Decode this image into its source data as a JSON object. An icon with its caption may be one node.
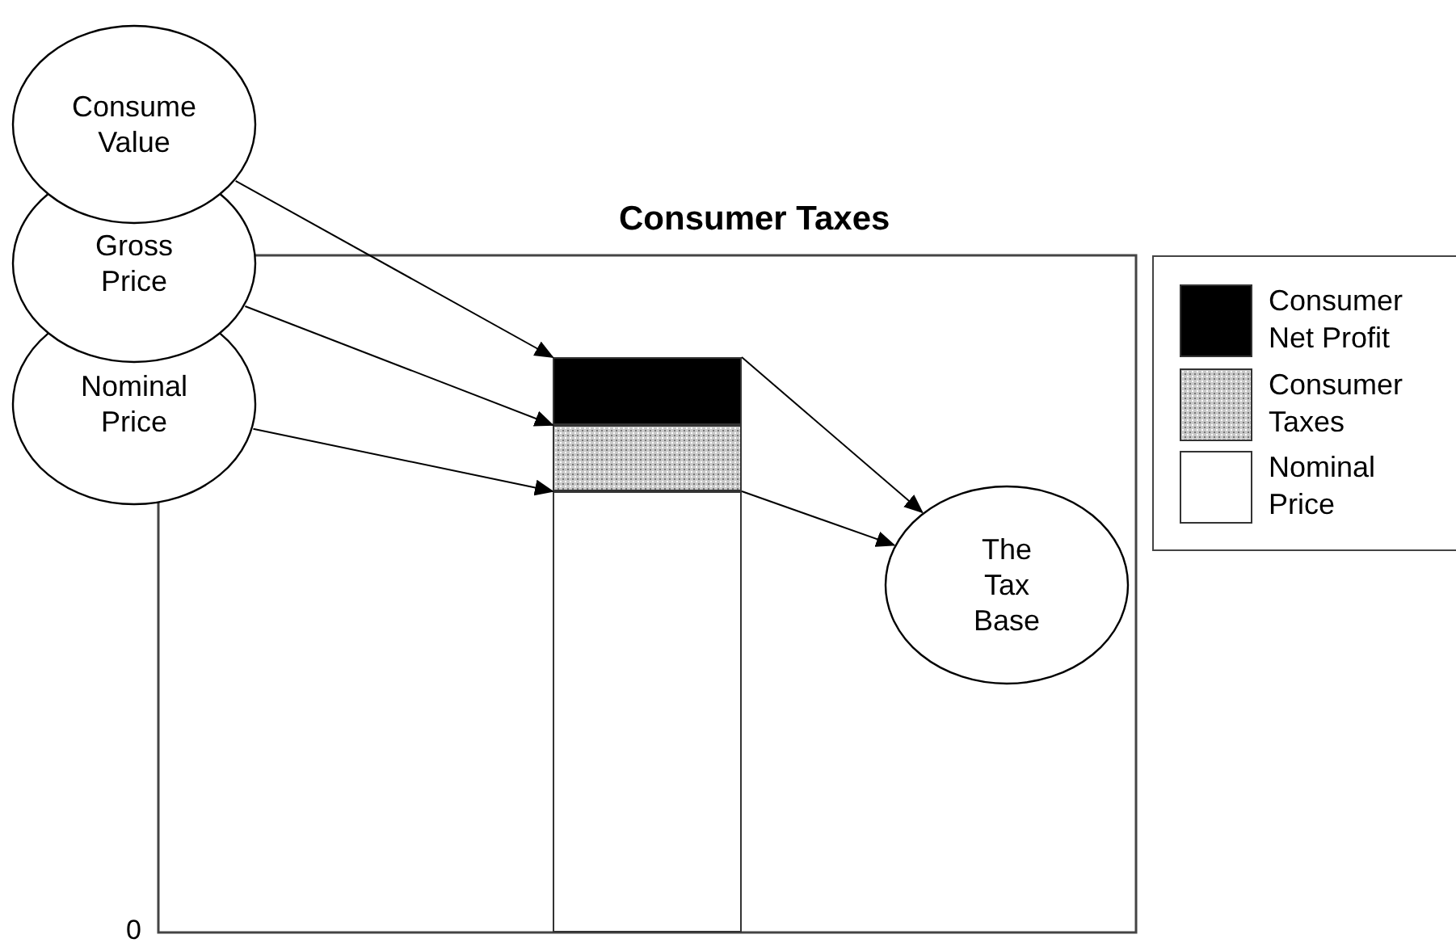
{
  "diagram": {
    "title": "Consumer Taxes",
    "nodes": [
      {
        "text": [
          "Consume Value"
        ]
      },
      {
        "text": [
          "Gross Price"
        ]
      },
      {
        "text": [
          "Nominal Price"
        ]
      },
      {
        "text": [
          "The Tax Base"
        ]
      },
      {
        "text": [],
        "shape": "bar"
      },
      {
        "text": [],
        "shape": "bar"
      },
      {
        "text": [],
        "shape": "bar"
      }
    ],
    "edges": [
      {
        "from": 0,
        "to": 4,
        "arrow": "to"
      },
      {
        "from": 1,
        "to": 5,
        "arrow": "to"
      },
      {
        "from": 2,
        "to": 6,
        "arrow": "to"
      },
      {
        "from": 4,
        "to": 3,
        "arrow": "to"
      },
      {
        "from": 6,
        "to": 3,
        "arrow": "to"
      }
    ],
    "labels": [
      "0"
    ],
    "legend": [
      {
        "text": "Consumer Net Profit",
        "color": "#000000"
      },
      {
        "text": "Consumer Taxes",
        "color": "#c8c8c8"
      },
      {
        "text": "Nominal Price",
        "color": "#ffffff"
      }
    ]
  }
}
